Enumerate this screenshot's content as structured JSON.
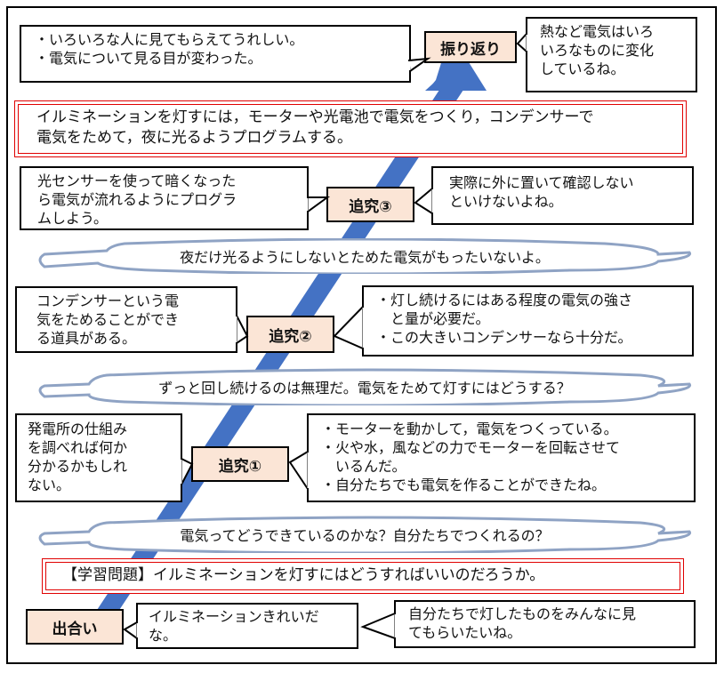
{
  "arrow": {
    "color": "#4472c4",
    "icon": "upward-progress-arrow"
  },
  "colors": {
    "label_fill": "#fbe5d6",
    "red_border": "#e00000",
    "cloud_border": "#8fa3c4"
  },
  "reflection": {
    "label": "振り返り",
    "left_box": [
      "・いろいろな人に見てもらえてうれしい。",
      "・電気について見る目が変わった。"
    ],
    "right_box": [
      "熱など電気はいろ",
      "いろなものに変化",
      "しているね。"
    ]
  },
  "conclusion": [
    "イルミネーションを灯すには，モーターや光電池で電気をつくり，コンデンサーで",
    "電気をためて，夜に光るようプログラムする。"
  ],
  "inquiry3": {
    "label": "追究③",
    "left_box": [
      "光センサーを使って暗くなった",
      "ら電気が流れるようにプログラ",
      "ムしよう。"
    ],
    "right_box": [
      "実際に外に置いて確認しない",
      "といけないよね。"
    ]
  },
  "cloud3": "夜だけ光るようにしないとためた電気がもったいないよ。",
  "inquiry2": {
    "label": "追究②",
    "left_box": [
      "コンデンサーという電",
      "気をためることができ",
      "る道具がある。"
    ],
    "right_box": [
      "・灯し続けるにはある程度の電気の強さ",
      "　と量が必要だ。",
      "・この大きいコンデンサーなら十分だ。"
    ]
  },
  "cloud2": "ずっと回し続けるのは無理だ。電気をためて灯すにはどうする？",
  "inquiry1": {
    "label": "追究①",
    "left_box": [
      "発電所の仕組み",
      "を調べれば何か",
      "分かるかもしれ",
      "ない。"
    ],
    "right_box": [
      "・モーターを動かして，電気をつくっている。",
      "・火や水，風などの力でモーターを回転させて",
      "　いるんだ。",
      "・自分たちでも電気を作ることができたね。"
    ]
  },
  "cloud1": "電気ってどうできているのかな？自分たちでつくれるの？",
  "problem": "【学習問題】イルミネーションを灯すにはどうすればいいのだろうか。",
  "encounter": {
    "label": "出合い",
    "box1": [
      "イルミネーションきれいだ",
      "な。"
    ],
    "box2": [
      "自分たちで灯したものをみんなに見",
      "てもらいたいね。"
    ]
  }
}
